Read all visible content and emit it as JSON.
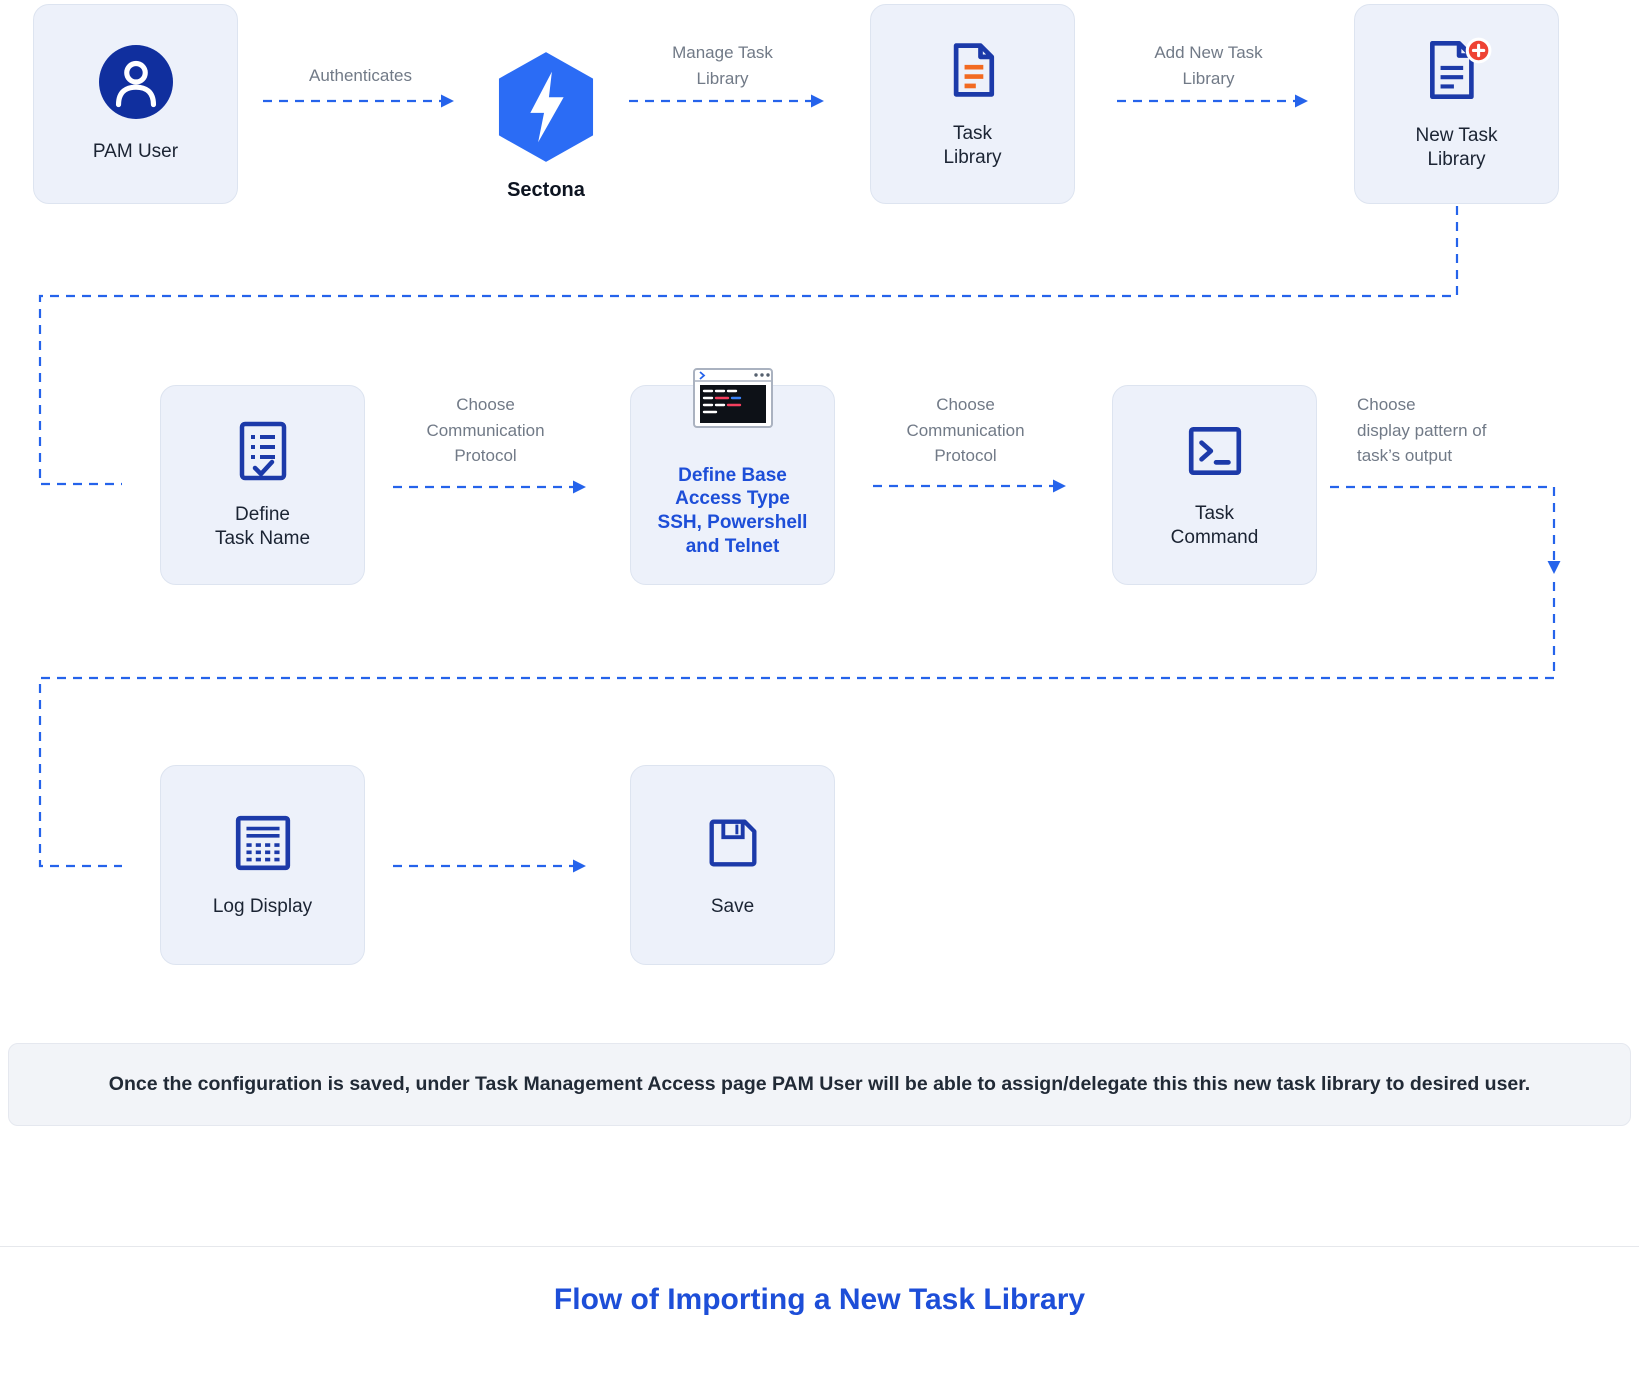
{
  "title": "Flow of Importing a New Task Library",
  "note": "Once the configuration is saved, under Task Management Access page PAM User will be able to assign/delegate this this new task library to desired user.",
  "nodes": {
    "pam_user": {
      "label": "PAM User",
      "icon": "pam-user-icon"
    },
    "sectona": {
      "label": "Sectona",
      "icon": "sectona-hexagon-icon"
    },
    "task_library": {
      "label": "Task\nLibrary",
      "icon": "task-library-icon"
    },
    "new_task_library": {
      "label": "New Task\nLibrary",
      "icon": "new-task-library-icon"
    },
    "define_task_name": {
      "label": "Define\nTask Name",
      "icon": "define-task-name-icon"
    },
    "define_base_access": {
      "label": "Define Base\nAccess Type\nSSH, Powershell\nand Telnet",
      "icon": "terminal-window-icon"
    },
    "task_command": {
      "label": "Task\nCommand",
      "icon": "task-command-icon"
    },
    "log_display": {
      "label": "Log Display",
      "icon": "log-display-icon"
    },
    "save": {
      "label": "Save",
      "icon": "save-icon"
    }
  },
  "edges": {
    "authenticates": {
      "label": "Authenticates"
    },
    "manage_task_library": {
      "label": "Manage Task\nLibrary"
    },
    "add_new_task_library": {
      "label": "Add New Task\nLibrary"
    },
    "choose_protocol_left": {
      "label": "Choose\nCommunication\nProtocol"
    },
    "choose_protocol_right": {
      "label": "Choose\nCommunication\nProtocol"
    },
    "choose_display_pattern": {
      "label": "Choose\ndisplay pattern of\ntask’s output"
    }
  },
  "colors": {
    "arrow": "#2563eb",
    "icon_primary": "#1c3aa9",
    "accent_orange": "#f26a21",
    "badge_red": "#ee4334",
    "node_bg": "#edf1fa",
    "highlight_text": "#1d4ed8",
    "title_text": "#1d4ed8",
    "edge_label_text": "#717a87"
  }
}
